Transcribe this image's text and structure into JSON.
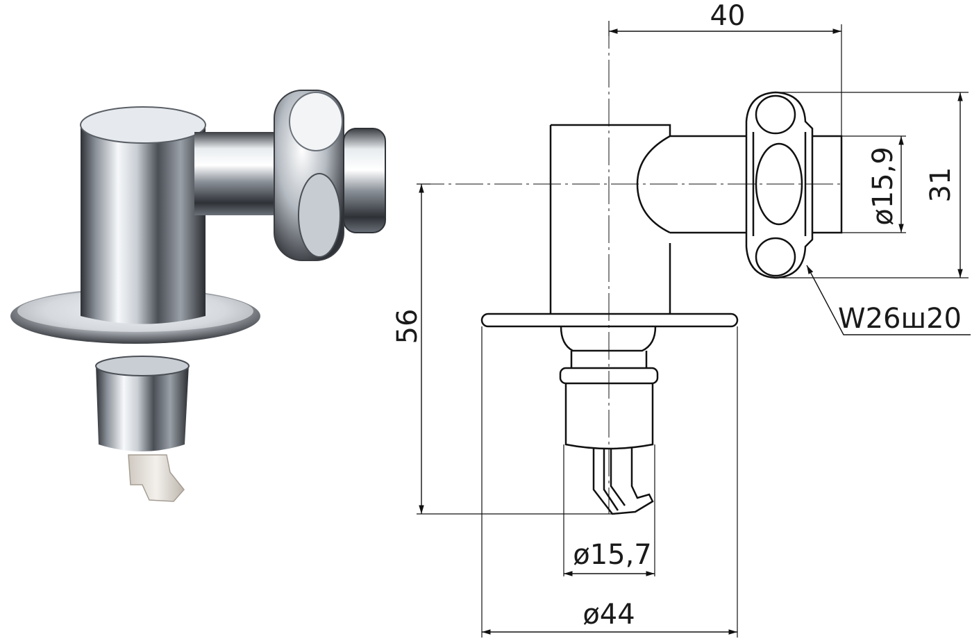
{
  "dimensions": {
    "width_top": "40",
    "height_right": "31",
    "height_left": "56",
    "diam_inlet": "ø15,9",
    "diam_outlet": "ø15,7",
    "diam_flange": "ø44",
    "thread": "W26ш20"
  },
  "colors": {
    "chrome_dark": "#3a3d42",
    "chrome_light": "#f4f6f8",
    "nozzle": "#e6e2dc",
    "line": "#111111"
  }
}
